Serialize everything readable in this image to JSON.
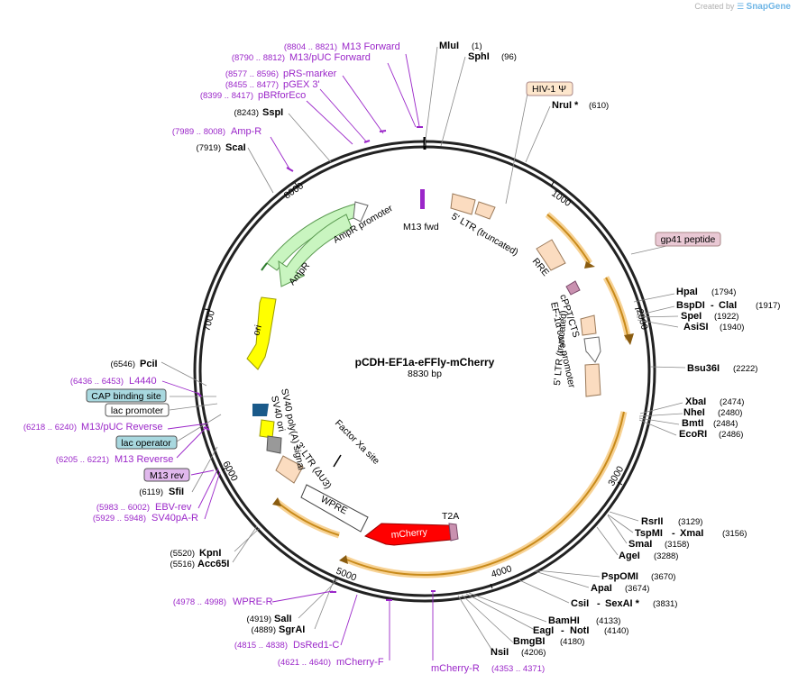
{
  "credit": {
    "created_by": "Created by",
    "brand": "SnapGene"
  },
  "plasmid": {
    "name": "pCDH-EF1a-eFFly-mCherry",
    "size": "8830 bp"
  },
  "ticks": [
    "1000",
    "2000",
    "3000",
    "4000",
    "5000",
    "6000",
    "7000",
    "8000"
  ],
  "enzymes": [
    {
      "name": "MluI",
      "pos": "(1)"
    },
    {
      "name": "SphI",
      "pos": "(96)"
    },
    {
      "name": "NruI *",
      "pos": "(610)"
    },
    {
      "name": "HpaI",
      "pos": "(1794)"
    },
    {
      "name": "BspDI",
      "name2": "ClaI",
      "pos": "(1917)"
    },
    {
      "name": "SpeI",
      "pos": "(1922)"
    },
    {
      "name": "AsiSI",
      "pos": "(1940)"
    },
    {
      "name": "Bsu36I",
      "pos": "(2222)"
    },
    {
      "name": "XbaI",
      "pos": "(2474)"
    },
    {
      "name": "NheI",
      "pos": "(2480)"
    },
    {
      "name": "BmtI",
      "pos": "(2484)"
    },
    {
      "name": "EcoRI",
      "pos": "(2486)"
    },
    {
      "name": "RsrII",
      "pos": "(3129)"
    },
    {
      "name": "TspMI",
      "name2": "XmaI",
      "pos": "(3156)"
    },
    {
      "name": "SmaI",
      "pos": "(3158)"
    },
    {
      "name": "AgeI",
      "pos": "(3288)"
    },
    {
      "name": "PspOMI",
      "pos": "(3670)"
    },
    {
      "name": "ApaI",
      "pos": "(3674)"
    },
    {
      "name": "CsiI",
      "name2": "SexAI *",
      "pos": "(3831)"
    },
    {
      "name": "BamHI",
      "pos": "(4133)"
    },
    {
      "name": "EagI",
      "name2": "NotI",
      "pos": "(4140)"
    },
    {
      "name": "BmgBI",
      "pos": "(4180)"
    },
    {
      "name": "NsiI",
      "pos": "(4206)"
    },
    {
      "name": "SgrAI",
      "pos": "(4889)"
    },
    {
      "name": "SalI",
      "pos": "(4919)"
    },
    {
      "name": "Acc65I",
      "pos": "(5516)"
    },
    {
      "name": "KpnI",
      "pos": "(5520)"
    },
    {
      "name": "SfiI",
      "pos": "(6119)"
    },
    {
      "name": "PciI",
      "pos": "(6546)"
    },
    {
      "name": "ScaI",
      "pos": "(7919)"
    },
    {
      "name": "SspI",
      "pos": "(8243)"
    }
  ],
  "primers": [
    {
      "name": "M13 Forward",
      "pos": "(8804 .. 8821)"
    },
    {
      "name": "M13/pUC Forward",
      "pos": "(8790 .. 8812)"
    },
    {
      "name": "pRS-marker",
      "pos": "(8577 .. 8596)"
    },
    {
      "name": "pGEX 3'",
      "pos": "(8455 .. 8477)"
    },
    {
      "name": "pBRforEco",
      "pos": "(8399 .. 8417)"
    },
    {
      "name": "Amp-R",
      "pos": "(7989 .. 8008)"
    },
    {
      "name": "L4440",
      "pos": "(6436 .. 6453)"
    },
    {
      "name": "M13/pUC Reverse",
      "pos": "(6218 .. 6240)"
    },
    {
      "name": "M13 Reverse",
      "pos": "(6205 .. 6221)"
    },
    {
      "name": "EBV-rev",
      "pos": "(5983 .. 6002)"
    },
    {
      "name": "SV40pA-R",
      "pos": "(5929 .. 5948)"
    },
    {
      "name": "WPRE-R",
      "pos": "(4978 .. 4998)"
    },
    {
      "name": "DsRed1-C",
      "pos": "(4815 .. 4838)"
    },
    {
      "name": "mCherry-F",
      "pos": "(4621 .. 4640)"
    },
    {
      "name": "mCherry-R",
      "pos": "(4353 .. 4371)"
    }
  ],
  "boxed_features": [
    {
      "name": "HIV-1 Ψ"
    },
    {
      "name": "gp41 peptide"
    },
    {
      "name": "CAP binding site"
    },
    {
      "name": "lac promoter"
    },
    {
      "name": "lac operator"
    },
    {
      "name": "M13 rev"
    }
  ],
  "features": [
    {
      "name": "M13 fwd"
    },
    {
      "name": "5' LTR (truncated)"
    },
    {
      "name": "RRE"
    },
    {
      "name": "cPPT/CTS"
    },
    {
      "name": "EF-1α core promoter"
    },
    {
      "name": "5' LTR (truncated)"
    },
    {
      "name": "AmpR promoter"
    },
    {
      "name": "AmpR"
    },
    {
      "name": "ori"
    },
    {
      "name": "SV40 poly(A) signal"
    },
    {
      "name": "SV40 ori"
    },
    {
      "name": "Factor Xa site"
    },
    {
      "name": "3' LTR (ΔU3)"
    },
    {
      "name": "WPRE"
    },
    {
      "name": "mCherry"
    },
    {
      "name": "T2A"
    }
  ],
  "colors": {
    "backbone": "#222222",
    "enzyme_line": "#777777",
    "primer": "#9b27c9",
    "orf_arrow": "#f0a52a",
    "ltr_feature": "#fbdcc0",
    "ampr": "#c9f5c0",
    "ori": "#ffff00",
    "mcherry": "#ff0000",
    "cap_box": "#a8d8df",
    "hiv_box": "#fde6cc",
    "gp41_box": "#e9c8d4",
    "m13rev_box": "#e0b8ec"
  }
}
